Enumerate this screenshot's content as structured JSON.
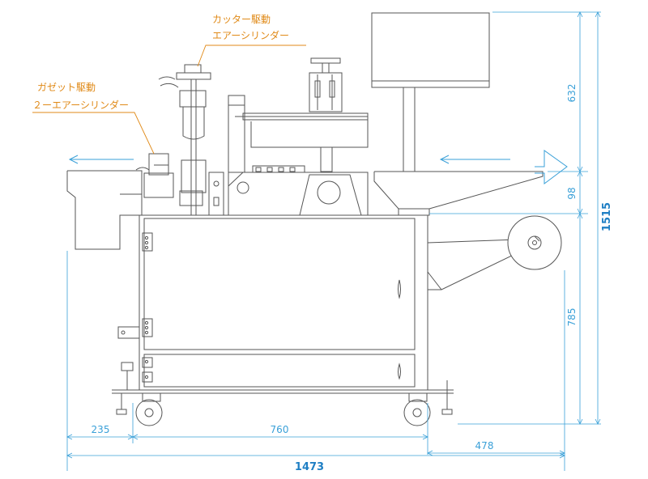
{
  "callouts": {
    "cutter": [
      "カッター駆動",
      "エアーシリンダー"
    ],
    "gusset": [
      "ガゼット駆動",
      "２ーエアーシリンダー"
    ]
  },
  "dimensions": {
    "height_top": "632",
    "height_mid": "98",
    "height_bottom": "785",
    "height_total": "1515",
    "width_left": "235",
    "width_center": "760",
    "width_right": "478",
    "width_total": "1473"
  },
  "colors": {
    "dimension": "#3aa0d8",
    "dimension_total": "#1f7fc4",
    "callout": "#e08a18",
    "machine": "#555555"
  }
}
